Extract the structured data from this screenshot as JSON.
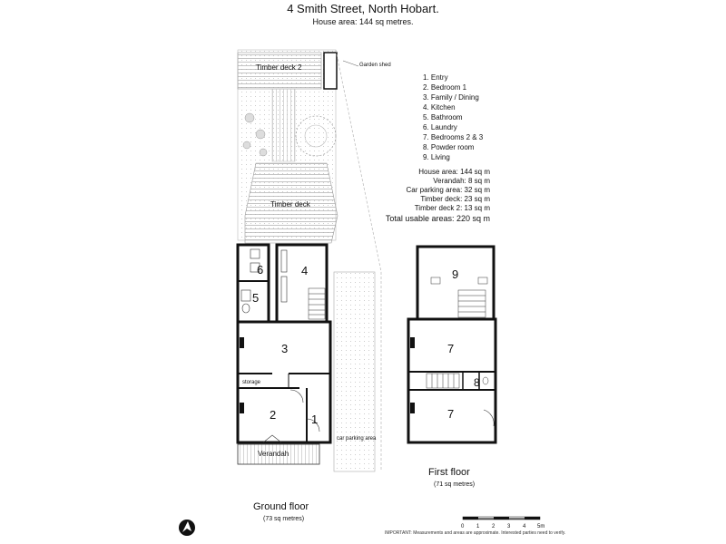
{
  "title": "4 Smith Street, North Hobart.",
  "subtitle": "House area: 144 sq metres.",
  "legend": [
    "1. Entry",
    "2. Bedroom 1",
    "3. Family / Dining",
    "4. Kitchen",
    "5. Bathroom",
    "6. Laundry",
    "7. Bedrooms 2 & 3",
    "8. Powder room",
    "9. Living"
  ],
  "areas": [
    "House area: 144 sq m",
    "Verandah: 8 sq m",
    "Car parking area: 32 sq m",
    "Timber deck: 23 sq m",
    "Timber deck 2: 13 sq m"
  ],
  "total_area": "Total usable areas: 220 sq m",
  "labels": {
    "timber_deck_2": "Timber deck 2",
    "garden_shed": "Garden shed",
    "timber_deck": "Timber deck",
    "storage": "storage",
    "verandah": "Verandah",
    "car_parking": "car parking area"
  },
  "room_numbers": {
    "r1": "1",
    "r2": "2",
    "r3": "3",
    "r4": "4",
    "r5": "5",
    "r6": "6",
    "r7a": "7",
    "r7b": "7",
    "r8": "8",
    "r9": "9"
  },
  "ground_floor": {
    "title": "Ground floor",
    "area": "(73 sq metres)"
  },
  "first_floor": {
    "title": "First floor",
    "area": "(71 sq metres)"
  },
  "scale": {
    "ticks": [
      "0",
      "1",
      "2",
      "3",
      "4",
      "5m"
    ]
  },
  "important": "IMPORTANT: Measurements and areas are approximate. Interested parties need to verify."
}
